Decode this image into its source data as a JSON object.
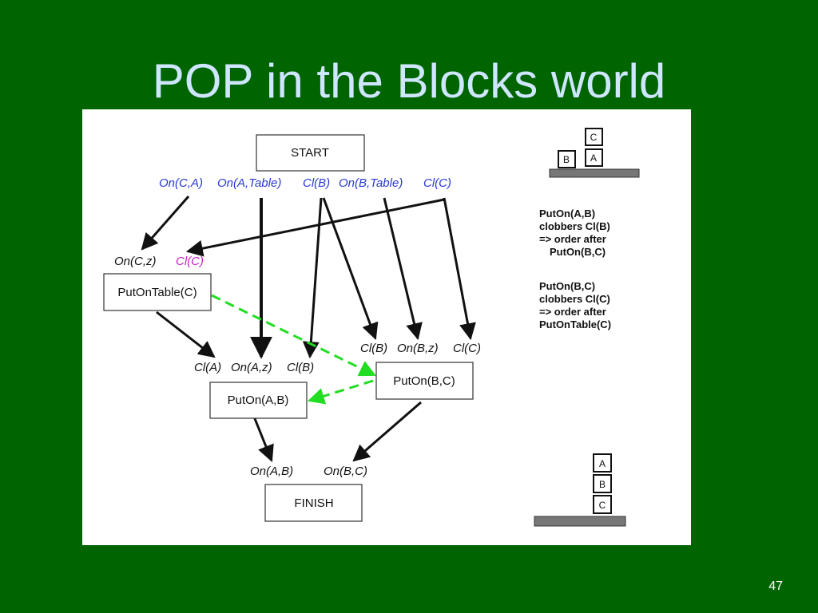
{
  "slide": {
    "title": "POP in the Blocks world",
    "page_number": "47"
  },
  "diagram": {
    "start_label": "START",
    "finish_label": "FINISH",
    "start_effects": [
      "On(C,A)",
      "On(A,Table)",
      "Cl(B)",
      "On(B,Table)",
      "Cl(C)"
    ],
    "putontable_c": {
      "label": "PutOnTable(C)",
      "preconditions": [
        "On(C,z)",
        "Cl(C)"
      ]
    },
    "puton_a_b": {
      "label": "PutOn(A,B)",
      "preconditions": [
        "Cl(A)",
        "On(A,z)",
        "Cl(B)"
      ]
    },
    "puton_b_c": {
      "label": "PutOn(B,C)",
      "preconditions": [
        "Cl(B)",
        "On(B,z)",
        "Cl(C)"
      ]
    },
    "finish_preconditions": [
      "On(A,B)",
      "On(B,C)"
    ],
    "notes": [
      [
        "PutOn(A,B)",
        "clobbers Cl(B)",
        "=> order after",
        "PutOn(B,C)"
      ],
      [
        "PutOn(B,C)",
        "clobbers Cl(C)",
        "=> order after",
        "PutOnTable(C)"
      ]
    ],
    "initial_state_blocks": [
      "B",
      "C",
      "A"
    ],
    "goal_state_blocks": [
      "A",
      "B",
      "C"
    ],
    "colors": {
      "background": "#006400",
      "title": "#cfe6ff",
      "start_effects": "#2a3ad0",
      "threatened_condition": "#c028c8",
      "ordering_link": "#22dd22"
    }
  }
}
